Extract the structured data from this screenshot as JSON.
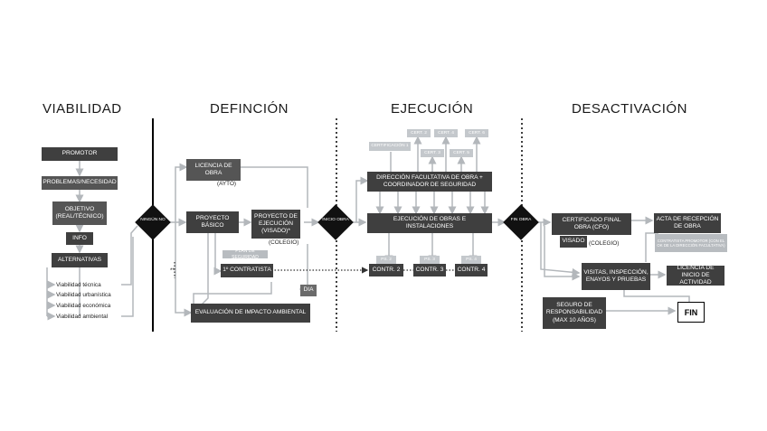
{
  "headers": {
    "viabilidad": "VIABILIDAD",
    "definicion": "DEFINCIÓN",
    "ejecucion": "EJECUCIÓN",
    "desactivacion": "DESACTIVACIÓN"
  },
  "viabilidad": {
    "promotor": "PROMOTOR",
    "problemas": "PROBLEMAS/NECESIDAD",
    "objetivo": "OBJETIVO (REAL/TÉCNICO)",
    "info": "INFO",
    "alternativas": "ALTERNATIVAS",
    "list": [
      "Viabilidad técnica",
      "Viabilidad urbanística",
      "Viabilidad económica",
      "Viabilidad ambiental"
    ]
  },
  "decisions": {
    "ningun_no": "NINGÚN NO",
    "inicio_obra": "INICIO OBRA",
    "fin_obra": "FIN OBRA"
  },
  "definicion": {
    "licencia_obra": "LICENCIA DE OBRA",
    "ayto": "(AYTO)",
    "proyecto_basico": "PROYECTO BÁSICO",
    "proyecto_ejecucion": "PROYECTO DE EJECUCIÓN (VISADO)*",
    "colegio": "(COLEGIO)",
    "plan_seguridad": "PLAN DE SEGURIDAD",
    "primer_contratista": "1º CONTRATISTA",
    "evaluacion": "EVALUACIÓN DE IMPACTO AMBIENTAL",
    "dia": "DIA",
    "asterisks": "**"
  },
  "ejecucion": {
    "certificacion": "CERTIFICACIÓN 1",
    "certs": [
      "CERT. 2",
      "CERT. 3",
      "CERT. 4",
      "CERT. 5",
      "CERT. 6"
    ],
    "direccion": "DIRECCIÓN FACULTATIVA DE OBRA + COORDINADOR DE SEGURIDAD",
    "ejecucion_obras": "EJECUCIÓN DE OBRAS E INSTALACIONES",
    "ps": [
      "PS. 2",
      "PS. 3",
      "PS. 4"
    ],
    "contratistas": [
      "CONTR. 2",
      "CONTR. 3",
      "CONTR. 4"
    ]
  },
  "desactivacion": {
    "certificado_final": "CERTIFICADO FINAL OBRA (CFO)",
    "visado": "VISADO",
    "colegio": "(COLEGIO)",
    "acta_recepcion": "ACTA DE RECEPCIÓN DE OBRA",
    "contratista_promotor": "CONTRATISTA    PROMOTOR (CON EL OK DE LA DIRECCIÓN FACULTATIVA)",
    "visitas": "VISITAS, INSPECCIÓN, ENAYOS Y PRUEBAS",
    "licencia_inicio": "LICENCIA DE INICIO DE ACTIVIDAD",
    "seguro": "SEGURO DE RESPONSABILIDAD (MAX 10 AÑOS)",
    "fin": "FIN"
  },
  "colors": {
    "box_dark": "#3f3f3f",
    "box_mid": "#555555",
    "box_light": "#b8bcc0",
    "arrow": "#b3b7bb",
    "diamond": "#111111"
  }
}
